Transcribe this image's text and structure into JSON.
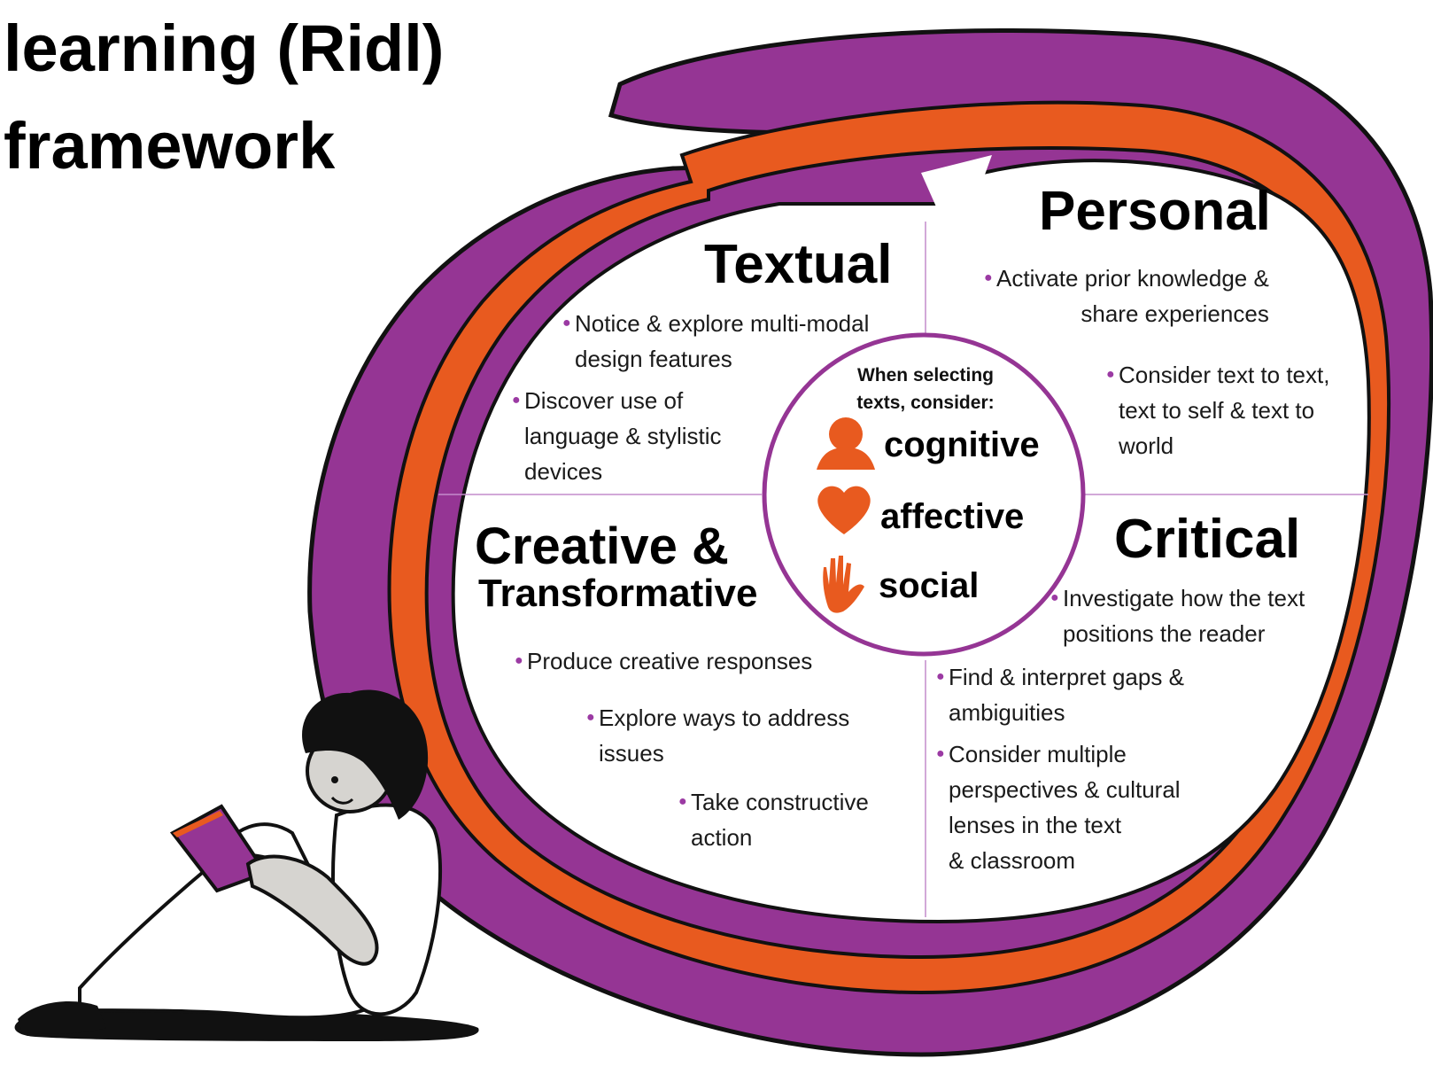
{
  "title": {
    "line1": "learning (Ridl)",
    "line2": "framework"
  },
  "center": {
    "heading_line1": "When selecting",
    "heading_line2": "texts, consider:",
    "dimensions": [
      {
        "label": "cognitive",
        "icon": "head-icon"
      },
      {
        "label": "affective",
        "icon": "heart-icon"
      },
      {
        "label": "social",
        "icon": "hand-icon"
      }
    ]
  },
  "quadrants": {
    "textual": {
      "title": "Textual",
      "bullets": [
        {
          "line1": "Notice & explore multi-modal",
          "line2": "design features"
        },
        {
          "line1": "Discover use of",
          "line2": "language & stylistic",
          "line3": "devices"
        }
      ]
    },
    "personal": {
      "title": "Personal",
      "bullets": [
        {
          "line1": "Activate prior knowledge &",
          "line2": "share experiences"
        },
        {
          "line1": "Consider text to text,",
          "line2": "text to self & text to",
          "line3": "world"
        }
      ]
    },
    "creative": {
      "title_line1": "Creative &",
      "title_line2": "Transformative",
      "bullets": [
        {
          "line1": "Produce creative responses"
        },
        {
          "line1": "Explore ways to address",
          "line2": "issues"
        },
        {
          "line1": "Take constructive",
          "line2": "action"
        }
      ]
    },
    "critical": {
      "title": "Critical",
      "bullets": [
        {
          "line1": "Investigate how the text",
          "line2": "positions the reader"
        },
        {
          "line1": "Find & interpret gaps &",
          "line2": "ambiguities"
        },
        {
          "line1": "Consider multiple",
          "line2": "perspectives & cultural",
          "line3": "lenses in the text",
          "line4": "& classroom"
        }
      ]
    }
  },
  "colors": {
    "purple": "#953594",
    "orange": "#e85a1f",
    "bullet": "#9b3aa3",
    "skin": "#d6d4d0"
  }
}
